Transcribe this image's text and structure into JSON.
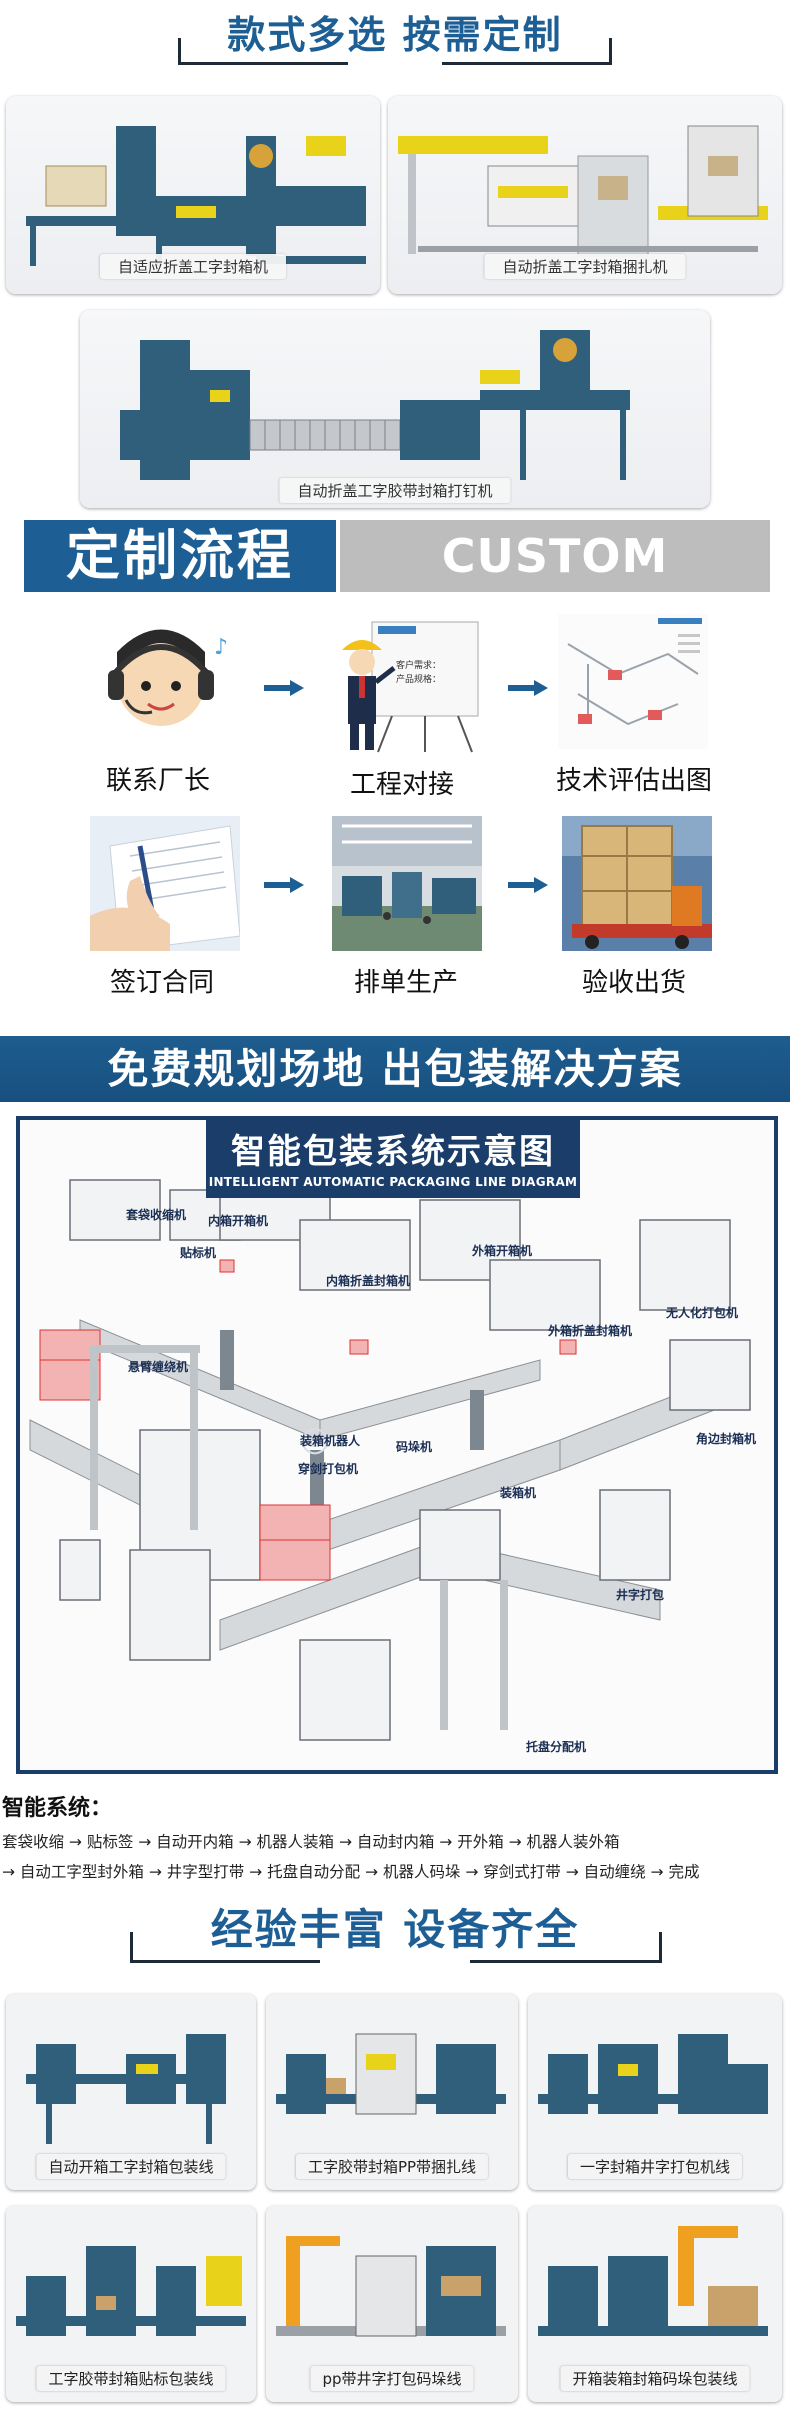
{
  "section1": {
    "title": "款式多选  按需定制",
    "cards": [
      {
        "caption": "自适应折盖工字封箱机"
      },
      {
        "caption": "自动折盖工字封箱捆扎机"
      },
      {
        "caption": "自动折盖工字胶带封箱打钉机"
      }
    ]
  },
  "process": {
    "title_zh": "定制流程",
    "title_en": "CUSTOM PROCESS",
    "steps": [
      {
        "label": "联系厂长"
      },
      {
        "label": "工程对接"
      },
      {
        "label": "技术评估出图"
      },
      {
        "label": "签订合同"
      },
      {
        "label": "排单生产"
      },
      {
        "label": "验收出货"
      }
    ],
    "board_line1": "客户需求：",
    "board_line2": "产品规格："
  },
  "free_banner": "免费规划场地 出包装解决方案",
  "diagram": {
    "title_zh": "智能包装系统示意图",
    "title_en": "INTELLIGENT AUTOMATIC PACKAGING LINE DIAGRAM",
    "labels": {
      "l1": "套袋收缩机",
      "l2": "内箱开箱机",
      "l3": "贴标机",
      "l4": "内箱折盖封箱机",
      "l5": "外箱开箱机",
      "l6": "外箱折盖封箱机",
      "l7": "无人化打包机",
      "l8": "悬臂缠绕机",
      "l9": "装箱机器人",
      "l10": "码垛机",
      "l11": "穿剑打包机",
      "l12": "装箱机",
      "l13": "角边封箱机",
      "l14": "井字打包",
      "l15": "托盘分配机"
    }
  },
  "system": {
    "title": "智能系统：",
    "line1": "套袋收缩 → 贴标签 → 自动开内箱 → 机器人装箱 → 自动封内箱 → 开外箱 → 机器人装外箱",
    "line2": "→ 自动工字型封外箱 → 井字型打带 → 托盘自动分配 → 机器人码垛 → 穿剑式打带 → 自动缠绕 → 完成"
  },
  "section2": {
    "title": "经验丰富  设备齐全",
    "cards": [
      {
        "caption": "自动开箱工字封箱包装线"
      },
      {
        "caption": "工字胶带封箱PP带捆扎线"
      },
      {
        "caption": "一字封箱井字打包机线"
      },
      {
        "caption": "工字胶带封箱贴标包装线"
      },
      {
        "caption": "pp带井字打包码垛线"
      },
      {
        "caption": "开箱装箱封箱码垛包装线"
      }
    ]
  },
  "colors": {
    "brand_blue": "#1d5f94",
    "navy": "#1a3d6a",
    "gray": "#bdbdbd",
    "machine_teal": "#2f5f7a",
    "accent_yellow": "#e8d21a"
  }
}
